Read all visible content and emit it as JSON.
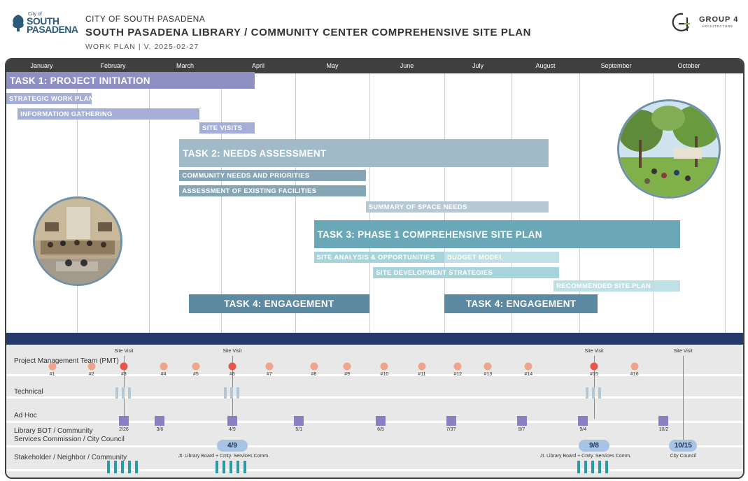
{
  "header": {
    "logo_small": "City of",
    "logo_line1": "SOUTH",
    "logo_line2": "PASADENA",
    "city": "CITY OF SOUTH PASADENA",
    "title": "SOUTH PASADENA LIBRARY / COMMUNITY CENTER COMPREHENSIVE SITE PLAN",
    "subtitle": "WORK PLAN | V. 2025-02-27",
    "firm": "GROUP 4",
    "firm_sub": "ARCHITECTURE"
  },
  "colors": {
    "month_bar": "#3f3f3f",
    "task1": "#8e8fc3",
    "task1_sub": "#a4aed6",
    "task2": "#a1bac8",
    "task2_sub": "#86a6b6",
    "task2_sub_light": "#b6c9d3",
    "task3": "#6aa8b8",
    "task3_sub": "#a7d4db",
    "task3_sub_light": "#bfe0e5",
    "engagement": "#5b8aa2",
    "divider": "#253a68",
    "dot_major": "#e5574c",
    "dot_minor": "#f0a48c",
    "tick_technical": "#b3c8d6",
    "square": "#8a7fc0",
    "pill": "#a8c4e4",
    "tick_stakeholder": "#2a9aa3"
  },
  "chart_data": {
    "type": "gantt",
    "months": [
      "January",
      "February",
      "March",
      "April",
      "May",
      "June",
      "July",
      "August",
      "September",
      "October"
    ],
    "tasks": [
      {
        "label": "TASK 1: PROJECT INITIATION",
        "level": "task",
        "group": "task1",
        "start": 0.0,
        "end": 3.45
      },
      {
        "label": "STRATEGIC WORK PLAN",
        "level": "sub",
        "group": "task1_sub",
        "start": 0.0,
        "end": 1.2
      },
      {
        "label": "INFORMATION GATHERING",
        "level": "sub",
        "group": "task1_sub",
        "start": 0.16,
        "end": 2.7
      },
      {
        "label": "SITE VISITS",
        "level": "sub",
        "group": "task1_sub",
        "start": 2.7,
        "end": 3.45
      },
      {
        "label": "TASK 2: NEEDS ASSESSMENT",
        "level": "task",
        "group": "task2",
        "start": 2.42,
        "end": 7.55
      },
      {
        "label": "COMMUNITY NEEDS AND PRIORITIES",
        "level": "sub",
        "group": "task2_sub",
        "start": 2.42,
        "end": 4.95
      },
      {
        "label": "ASSESSMENT OF EXISTING FACILITIES",
        "level": "sub",
        "group": "task2_sub",
        "start": 2.42,
        "end": 4.95
      },
      {
        "label": "SUMMARY OF SPACE NEEDS",
        "level": "sub",
        "group": "task2_sub_light",
        "start": 4.95,
        "end": 7.55
      },
      {
        "label": "TASK 3: PHASE 1 COMPREHENSIVE SITE PLAN",
        "level": "task",
        "group": "task3",
        "start": 4.25,
        "end": 9.38
      },
      {
        "label": "SITE ANALYSIS & OPPORTUNITIES",
        "level": "sub",
        "group": "task3_sub",
        "start": 4.25,
        "end": 6.0
      },
      {
        "label": "BUDGET MODEL",
        "level": "sub",
        "group": "task3_sub_light",
        "start": 6.0,
        "end": 7.7
      },
      {
        "label": "SITE DEVELOPMENT STRATEGIES",
        "level": "sub",
        "group": "task3_sub",
        "start": 5.05,
        "end": 7.7
      },
      {
        "label": "RECOMMENDED SITE PLAN",
        "level": "sub",
        "group": "task3_sub_light",
        "start": 7.62,
        "end": 9.38
      },
      {
        "label": "TASK 4: ENGAGEMENT",
        "level": "engagement",
        "group": "engagement",
        "start": 2.55,
        "end": 5.0
      },
      {
        "label": "TASK 4: ENGAGEMENT",
        "level": "engagement",
        "group": "engagement",
        "start": 6.0,
        "end": 8.25
      }
    ],
    "lanes": [
      {
        "label": "Project Management Team (PMT)"
      },
      {
        "label": "Technical"
      },
      {
        "label": "Ad Hoc"
      },
      {
        "label": "Library BOT / Community"
      },
      {
        "label": "Services Commission / City Council"
      },
      {
        "label": "Stakeholder / Neighbor / Community"
      }
    ],
    "pmt_meetings": [
      {
        "label": "#1",
        "pos": 0.65,
        "major": false
      },
      {
        "label": "#2",
        "pos": 1.2,
        "major": false
      },
      {
        "label": "#3",
        "pos": 1.65,
        "major": true
      },
      {
        "label": "#4",
        "pos": 2.2,
        "major": false
      },
      {
        "label": "#5",
        "pos": 2.65,
        "major": false
      },
      {
        "label": "#6",
        "pos": 3.15,
        "major": true
      },
      {
        "label": "#7",
        "pos": 3.65,
        "major": false
      },
      {
        "label": "#8",
        "pos": 4.25,
        "major": false
      },
      {
        "label": "#9",
        "pos": 4.7,
        "major": false
      },
      {
        "label": "#10",
        "pos": 5.2,
        "major": false
      },
      {
        "label": "#11",
        "pos": 5.7,
        "major": false
      },
      {
        "label": "#12",
        "pos": 6.2,
        "major": false
      },
      {
        "label": "#13",
        "pos": 6.65,
        "major": false
      },
      {
        "label": "#14",
        "pos": 7.25,
        "major": false
      },
      {
        "label": "#15",
        "pos": 8.2,
        "major": true
      },
      {
        "label": "#16",
        "pos": 8.75,
        "major": false
      }
    ],
    "site_visits": [
      {
        "label": "Site Visit",
        "pos": 1.65
      },
      {
        "label": "Site Visit",
        "pos": 3.15
      },
      {
        "label": "Site Visit",
        "pos": 8.2
      },
      {
        "label": "Site Visit",
        "pos": 9.42
      }
    ],
    "technical_groups": [
      1.65,
      3.15,
      8.2
    ],
    "adhoc_board_meetings": [
      {
        "label": "2/26",
        "pos": 1.65
      },
      {
        "label": "3/6",
        "pos": 2.15
      },
      {
        "label": "4/9",
        "pos": 3.15
      },
      {
        "label": "5/1",
        "pos": 4.05
      },
      {
        "label": "6/5",
        "pos": 5.15
      },
      {
        "label": "7/3?",
        "pos": 6.1
      },
      {
        "label": "8/7",
        "pos": 7.15
      },
      {
        "label": "9/4",
        "pos": 8.05
      },
      {
        "label": "10/2",
        "pos": 9.15
      }
    ],
    "joint_meetings": [
      {
        "label": "4/9",
        "pos": 3.15,
        "note": "Jt. Library Board + Cmty. Services Comm."
      },
      {
        "label": "9/8",
        "pos": 8.2,
        "note": "Jt. Library Board + Cmty. Services Comm."
      },
      {
        "label": "10/15",
        "pos": 9.42,
        "note": "City Council"
      }
    ],
    "stakeholder_groups": [
      1.65,
      3.15,
      8.2
    ]
  }
}
